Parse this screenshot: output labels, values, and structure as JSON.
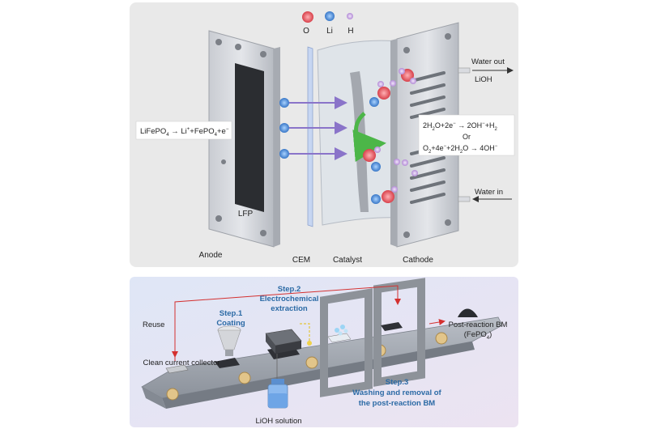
{
  "top_panel": {
    "legend": [
      {
        "label": "O",
        "color": "#e8545c"
      },
      {
        "label": "Li",
        "color": "#4b8fd8"
      },
      {
        "label": "H",
        "color": "#c9a6e3"
      }
    ],
    "anode_reaction": {
      "base": "LiFePO",
      "sub1": "4",
      "mid": " → Li",
      "sup1": "+",
      "plus": "+FePO",
      "sub2": "4",
      "end": "+e",
      "sup2": "−"
    },
    "cathode_reaction_1": {
      "a": "2H",
      "s1": "2",
      "b": "O+2e",
      "p1": "−",
      "c": " → 2OH",
      "p2": "−",
      "d": "+H",
      "s2": "2"
    },
    "or_label": "Or",
    "cathode_reaction_2": {
      "a": "O",
      "s1": "2",
      "b": "+4e",
      "p1": "−",
      "c": "+2H",
      "s2": "2",
      "d": "O → 4OH",
      "p2": "−"
    },
    "water_out": "Water out",
    "lioh": "LiOH",
    "water_in": "Water in",
    "lfp": "LFP",
    "labels": {
      "anode": "Anode",
      "cem": "CEM",
      "catalyst": "Catalyst",
      "cathode": "Cathode"
    },
    "colors": {
      "panel_bg": "#e9e9e9",
      "arrow": "#8a74c9",
      "green_arrow": "#4cb648"
    }
  },
  "bottom_panel": {
    "reuse": "Reuse",
    "step1_title": "Step.1",
    "step1_name": "Coating",
    "step2_title": "Step.2",
    "step2_name_1": "Electrochemical",
    "step2_name_2": "extraction",
    "step3_title": "Step.3",
    "step3_name_1": "Washing and removal of",
    "step3_name_2": "the post-reaction BM",
    "post_reaction_1": "Post-reaction BM",
    "post_reaction_2": {
      "base": "(FePO",
      "sub": "4",
      "end": ")"
    },
    "clean_collector": "Clean current collector",
    "lioh_solution": "LiOH solution",
    "colors": {
      "step_blue": "#2b6aa5",
      "loop_red": "#d4302f",
      "belt": "#9aa1ab"
    }
  }
}
